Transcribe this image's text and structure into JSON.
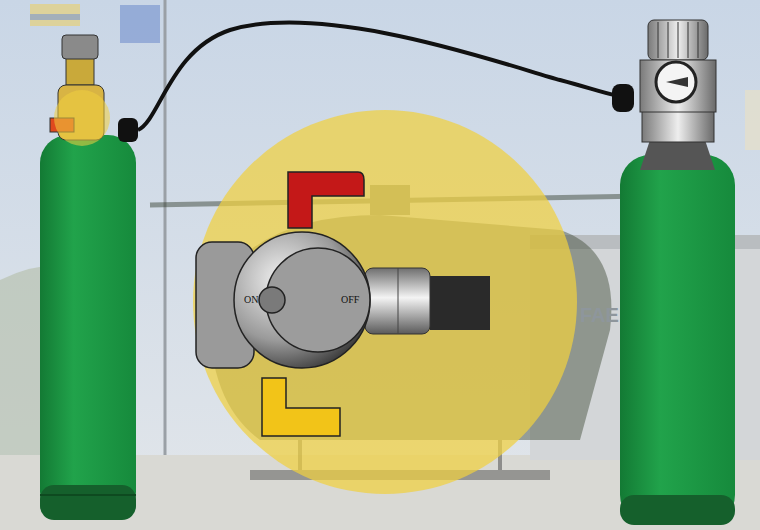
{
  "diagram": {
    "labels": [
      "ON",
      "OFF",
      "FAE"
    ]
  }
}
